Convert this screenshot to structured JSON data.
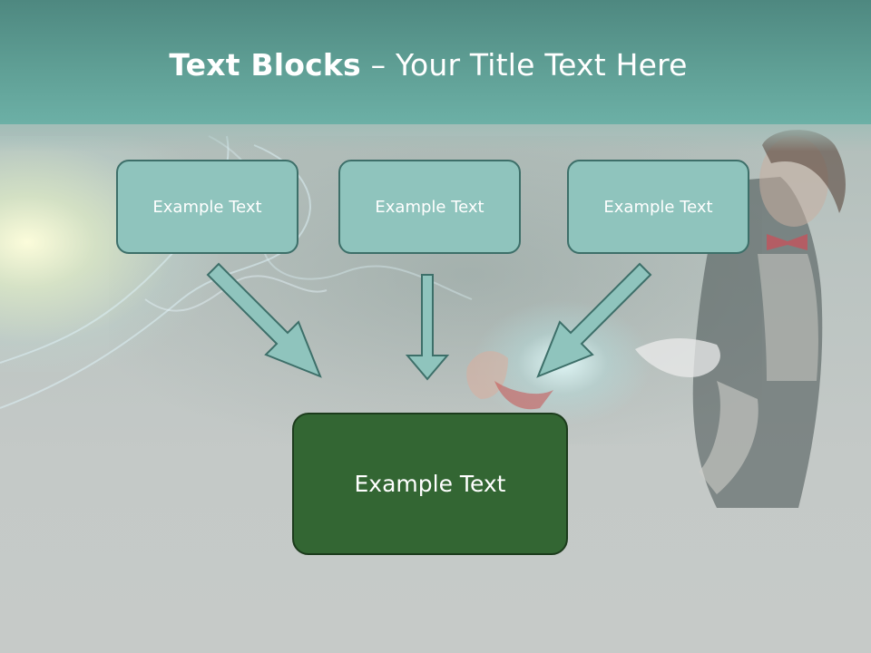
{
  "slide": {
    "title_bold": "Text Blocks",
    "title_dash": " – ",
    "title_rest": "Your Title Text Here"
  },
  "diagram": {
    "top_boxes": [
      {
        "label": "Example Text"
      },
      {
        "label": "Example Text"
      },
      {
        "label": "Example Text"
      }
    ],
    "bottom_box": {
      "label": "Example Text"
    }
  },
  "colors": {
    "title_band": "#5f9f95",
    "small_box_fill": "#8fc4bd",
    "small_box_border": "#3d6f69",
    "big_box_fill": "#336633",
    "arrow_fill": "#8fc4bd"
  }
}
